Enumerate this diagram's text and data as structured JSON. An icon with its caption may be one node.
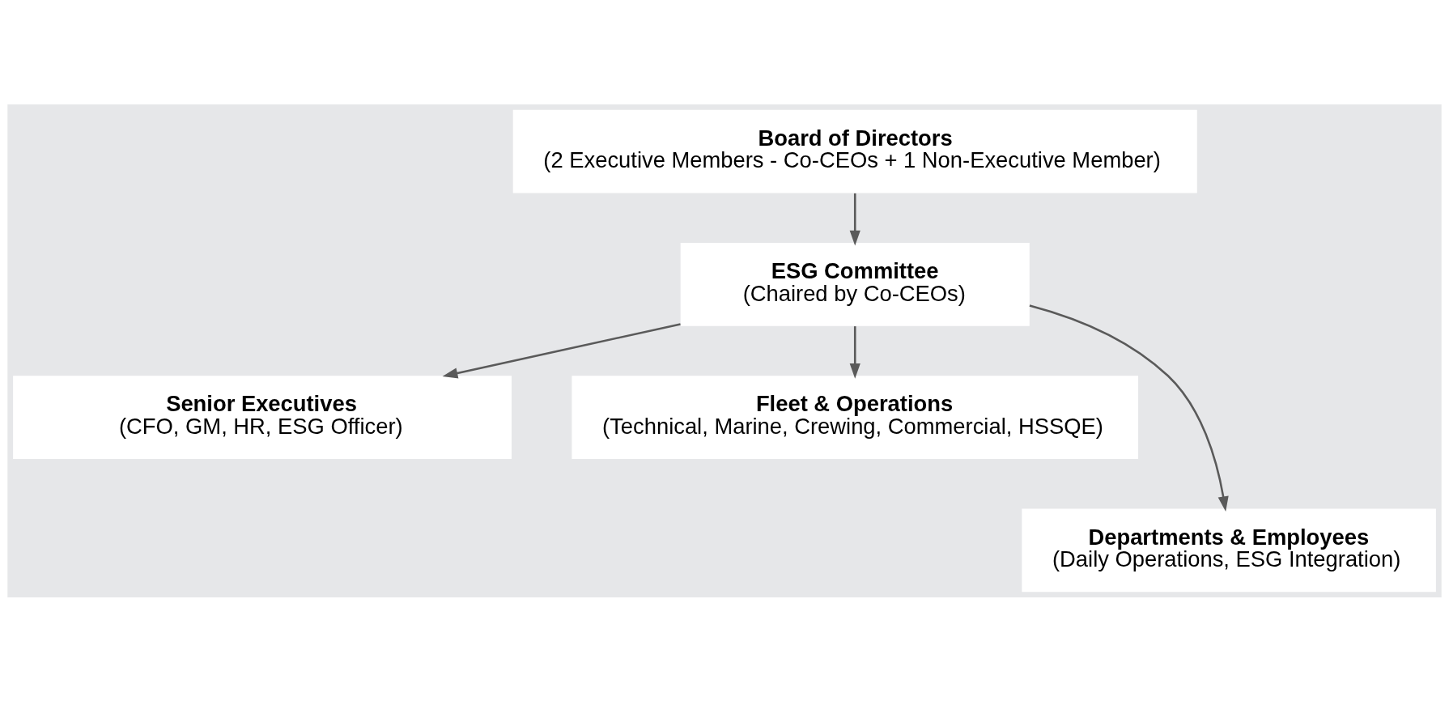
{
  "diagram": {
    "nodes": [
      {
        "text": [
          "Board of Directors",
          "(2 Executive Members - Co-CEOs + 1 Non-Executive Member)"
        ]
      },
      {
        "text": [
          "ESG Committee",
          "(Chaired by Co-CEOs)"
        ]
      },
      {
        "text": [
          "Senior Executives",
          "(CFO, GM, HR, ESG Officer)"
        ]
      },
      {
        "text": [
          "Fleet & Operations",
          "(Technical, Marine, Crewing, Commercial, HSSQE)"
        ]
      },
      {
        "text": [
          "Departments & Employees",
          "(Daily Operations, ESG Integration)"
        ]
      }
    ],
    "edges": [
      {
        "from": 0,
        "to": 1,
        "arrow": "to"
      },
      {
        "from": 1,
        "to": 2,
        "arrow": "to"
      },
      {
        "from": 1,
        "to": 4,
        "arrow": "to"
      },
      {
        "from": 1,
        "to": 3,
        "arrow": "to"
      }
    ]
  }
}
